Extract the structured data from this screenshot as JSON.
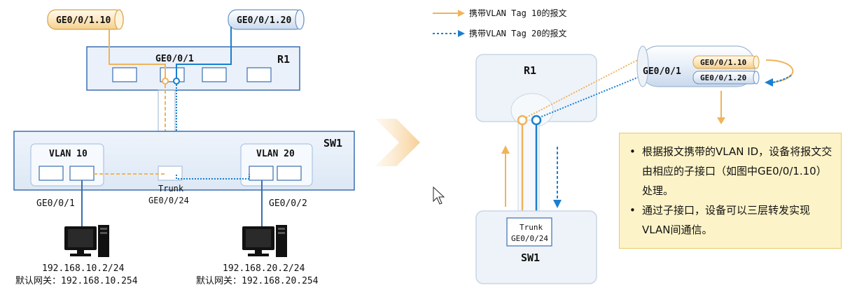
{
  "left": {
    "router": "R1",
    "router_port": "GE0/0/1",
    "subif_10": "GE0/0/1.10",
    "subif_20": "GE0/0/1.20",
    "switch": "SW1",
    "vlan10": "VLAN 10",
    "vlan20": "VLAN 20",
    "trunk": "Trunk",
    "trunk_port": "GE0/0/24",
    "sw_port_left": "GE0/0/1",
    "sw_port_right": "GE0/0/2",
    "pc1_ip": "192.168.10.2/24",
    "pc1_gw": "默认网关：192.168.10.254",
    "pc2_ip": "192.168.20.2/24",
    "pc2_gw": "默认网关：192.168.20.254"
  },
  "legend": {
    "tag10": "携带VLAN Tag 10的报文",
    "tag20": "携带VLAN Tag 20的报文"
  },
  "right": {
    "router": "R1",
    "router_port": "GE0/0/1",
    "subif_10": "GE0/0/1.10",
    "subif_20": "GE0/0/1.20",
    "switch": "SW1",
    "trunk": "Trunk",
    "trunk_port": "GE0/0/24"
  },
  "notes": [
    "根据报文携带的VLAN ID，设备将报文交由相应的子接口（如图中GE0/0/1.10）处理。",
    "通过子接口，设备可以三层转发实现VLAN间通信。"
  ],
  "colors": {
    "orange": "#f0b35a",
    "blue": "#1a7fd0",
    "box_border": "#3a6fb0",
    "box_fill": "#dbe9f8",
    "note_bg": "#fdf3c8"
  },
  "icons": [
    "computer-icon",
    "arrow-right-icon",
    "cursor-icon",
    "arrow-up-icon",
    "arrow-down-icon",
    "curved-arrow-icon",
    "arrow-down-icon"
  ]
}
